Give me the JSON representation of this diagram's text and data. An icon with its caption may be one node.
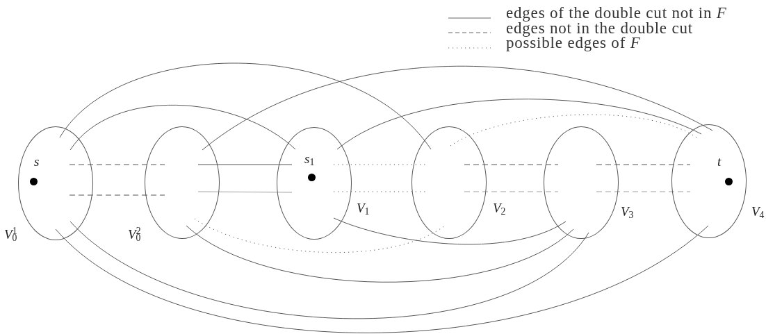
{
  "diagram": {
    "nodes": [
      {
        "text": [
          "s",
          "V$_{0}$$^{1}$"
        ]
      },
      {
        "text": [
          "V$_{0}$$^{2}$"
        ]
      },
      {
        "text": [
          "s$_{1}$",
          "V$_{1}$"
        ]
      },
      {
        "text": [
          "V$_{2}$"
        ]
      },
      {
        "text": [
          "V$_{3}$"
        ]
      },
      {
        "text": [
          "t",
          "V$_{4}$"
        ]
      }
    ],
    "edges": [
      {
        "from": 0,
        "to": 2,
        "arrow": "none"
      },
      {
        "from": 0,
        "to": 3,
        "arrow": "none"
      },
      {
        "from": 1,
        "to": 5,
        "arrow": "none"
      },
      {
        "from": 2,
        "to": 5,
        "arrow": "none"
      },
      {
        "from": 3,
        "to": 5,
        "arrow": "none",
        "style": "dashed"
      },
      {
        "from": 0,
        "to": 1,
        "arrow": "none",
        "style": "dashed"
      },
      {
        "from": 0,
        "to": 1,
        "arrow": "none",
        "style": "dashed"
      },
      {
        "from": 1,
        "to": 2,
        "arrow": "none"
      },
      {
        "from": 1,
        "to": 2,
        "arrow": "none",
        "color": "#a0a0a0"
      },
      {
        "from": 2,
        "to": 3,
        "arrow": "none",
        "style": "dashed"
      },
      {
        "from": 2,
        "to": 3,
        "arrow": "none",
        "style": "dashed"
      },
      {
        "from": 3,
        "to": 4,
        "arrow": "none",
        "style": "dashed"
      },
      {
        "from": 3,
        "to": 4,
        "arrow": "none",
        "style": "dashed",
        "color": "#a0a0a0"
      },
      {
        "from": 4,
        "to": 5,
        "arrow": "none",
        "style": "dashed"
      },
      {
        "from": 4,
        "to": 5,
        "arrow": "none",
        "style": "dashed",
        "color": "#a0a0a0"
      },
      {
        "from": 1,
        "to": 3,
        "arrow": "none",
        "style": "dashed"
      },
      {
        "from": 2,
        "to": 4,
        "arrow": "none"
      },
      {
        "from": 1,
        "to": 4,
        "arrow": "none"
      },
      {
        "from": 0,
        "to": 4,
        "arrow": "none"
      },
      {
        "from": 0,
        "to": 5,
        "arrow": "none"
      }
    ],
    "legend": [
      {
        "text": "edges of the double cut not in *F*"
      },
      {
        "text": "edges not in the double cut"
      },
      {
        "text": "possible edges of *F*"
      }
    ]
  }
}
